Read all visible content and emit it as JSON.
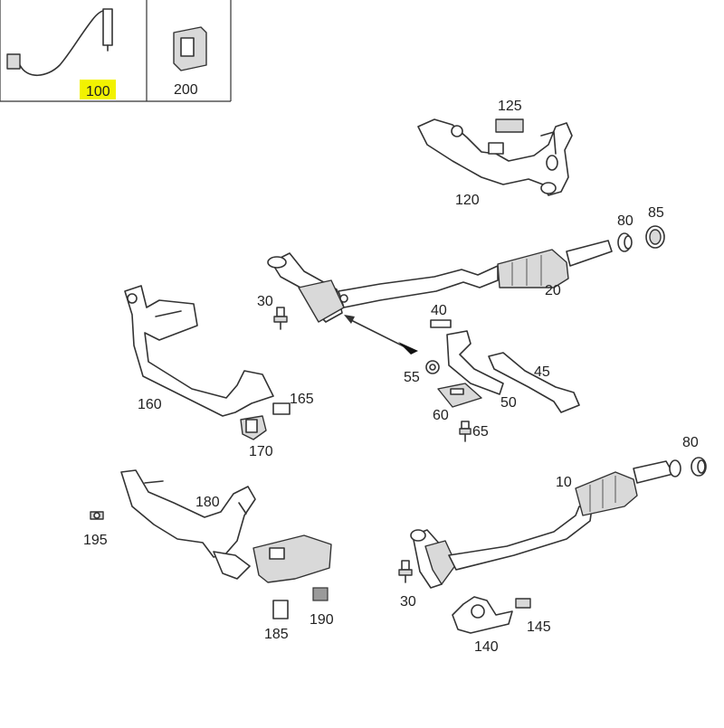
{
  "callouts": {
    "c100": "100",
    "c200": "200",
    "c125": "125",
    "c120": "120",
    "c80a": "80",
    "c85": "85",
    "c20": "20",
    "c30a": "30",
    "c40": "40",
    "c55": "55",
    "c45": "45",
    "c50": "50",
    "c60": "60",
    "c65": "65",
    "c160": "160",
    "c165": "165",
    "c170": "170",
    "c180": "180",
    "c195": "195",
    "c185": "185",
    "c190": "190",
    "c10": "10",
    "c80b": "80",
    "c30b": "30",
    "c140": "140",
    "c145": "145"
  },
  "colors": {
    "highlight": "#f2f200",
    "line": "#333333"
  }
}
